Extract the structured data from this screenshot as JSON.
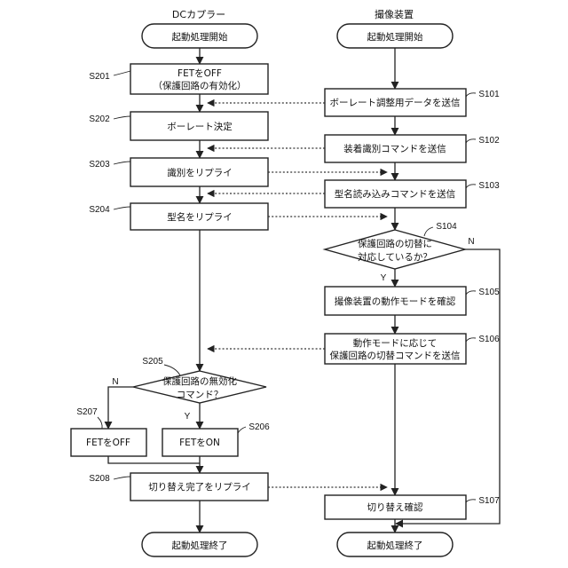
{
  "headers": {
    "left": "DCカプラー",
    "right": "撮像装置"
  },
  "left": {
    "start": "起動処理開始",
    "s201_line1": "FETをOFF",
    "s201_line2": "（保護回路の有効化）",
    "s202": "ボーレート決定",
    "s203": "識別をリプライ",
    "s204": "型名をリプライ",
    "s205_line1": "保護回路の無効化",
    "s205_line2": "コマンド？",
    "s207": "FETをOFF",
    "s206": "FETをON",
    "s208": "切り替え完了をリプライ",
    "end": "起動処理終了"
  },
  "right": {
    "start": "起動処理開始",
    "s101": "ボーレート調整用データを送信",
    "s102": "装着識別コマンドを送信",
    "s103": "型名読み込みコマンドを送信",
    "s104_line1": "保護回路の切替に",
    "s104_line2": "対応しているか？",
    "s105": "撮像装置の動作モードを確認",
    "s106_line1": "動作モードに応じて",
    "s106_line2": "保護回路の切替コマンドを送信",
    "s107": "切り替え確認",
    "end": "起動処理終了"
  },
  "step_labels": {
    "s201": "S201",
    "s202": "S202",
    "s203": "S203",
    "s204": "S204",
    "s205": "S205",
    "s206": "S206",
    "s207": "S207",
    "s208": "S208",
    "s101": "S101",
    "s102": "S102",
    "s103": "S103",
    "s104": "S104",
    "s105": "S105",
    "s106": "S106",
    "s107": "S107"
  },
  "branches": {
    "s104_yes": "Y",
    "s104_no": "N",
    "s205_yes": "Y",
    "s205_no": "N"
  }
}
